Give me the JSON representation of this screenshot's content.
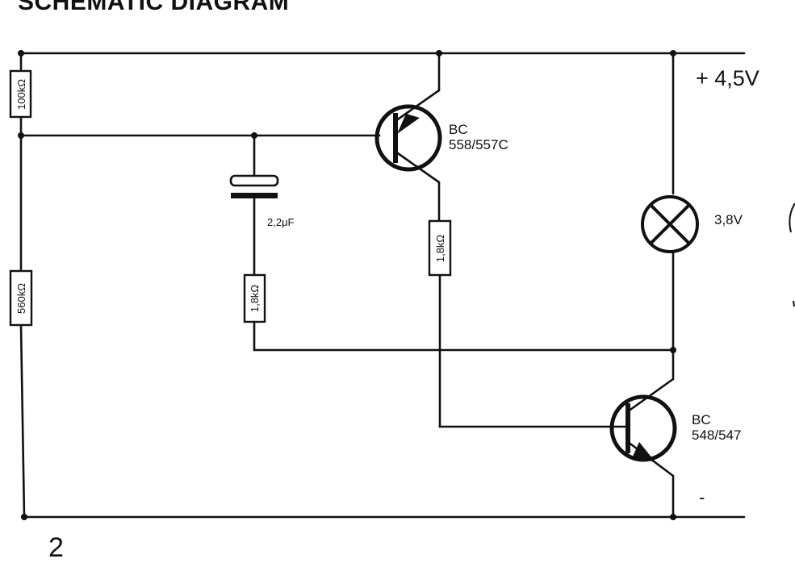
{
  "title": "SCHEMATIC DIAGRAM",
  "page_number": "2",
  "supply": {
    "positive": "+ 4,5V",
    "negative": "-"
  },
  "components": {
    "r_top_left": "100kΩ",
    "r_bottom_left": "560kΩ",
    "capacitor": "2,2μF",
    "r_mid": "1,8kΩ",
    "r_collector": "1,8kΩ",
    "transistor_top": {
      "line1": "BC",
      "line2": "558/557C"
    },
    "transistor_bottom": {
      "line1": "BC",
      "line2": "548/547"
    },
    "lamp": "3,8V"
  }
}
